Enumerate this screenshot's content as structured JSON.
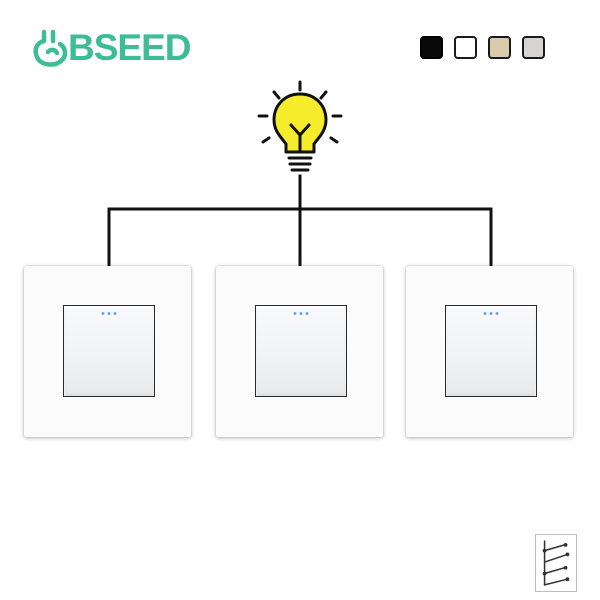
{
  "brand": {
    "name": "BSEED",
    "color": "#3dbd93"
  },
  "swatches": [
    {
      "name": "black",
      "color": "#0a0a0a"
    },
    {
      "name": "white",
      "color": "#ffffff"
    },
    {
      "name": "gold",
      "color": "#d8ccab"
    },
    {
      "name": "grey",
      "color": "#d6d4d0"
    }
  ],
  "bulb": {
    "icon": "light-bulb-icon",
    "glass_color": "#f7ec2b"
  },
  "switches": [
    {
      "name": "switch-1",
      "led_color": "#6fa8d8"
    },
    {
      "name": "switch-2",
      "led_color": "#6fa8d8"
    },
    {
      "name": "switch-3",
      "led_color": "#6fa8d8"
    }
  ],
  "schematic": {
    "icon": "three-way-wiring-icon"
  }
}
